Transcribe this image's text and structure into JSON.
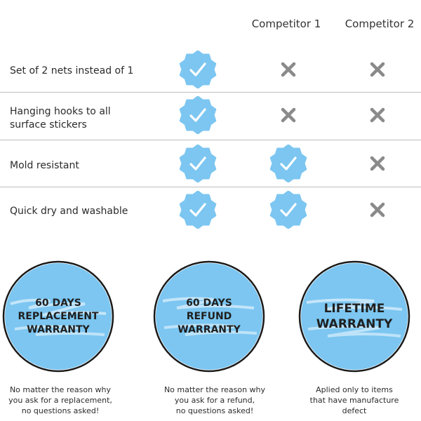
{
  "columns": {
    "competitor1": "Competitor 1",
    "competitor2": "Competitor 2"
  },
  "features": [
    {
      "lines": [
        "Set of 2 nets instead of 1"
      ],
      "ours": "check",
      "competitor1": "cross",
      "competitor2": "cross"
    },
    {
      "lines": [
        "Hanging hooks to all",
        "surface stickers"
      ],
      "ours": "check",
      "competitor1": "cross",
      "competitor2": "cross"
    },
    {
      "lines": [
        "Mold resistant"
      ],
      "ours": "check",
      "competitor1": "check",
      "competitor2": "cross"
    },
    {
      "lines": [
        "Quick dry and washable"
      ],
      "ours": "check",
      "competitor1": "check",
      "competitor2": "cross"
    }
  ],
  "badges": [
    {
      "lines": [
        "60 DAYS",
        "REPLACEMENT",
        "WARRANTY"
      ],
      "caption": [
        "No matter the reason why",
        "you ask for a replacement,",
        "no questions asked!"
      ]
    },
    {
      "lines": [
        "60 DAYS",
        "REFUND",
        "WARRANTY"
      ],
      "caption": [
        "No matter the reason why",
        "you ask for a refund,",
        "no questions asked!"
      ]
    },
    {
      "lines": [
        "LIFETIME",
        "WARRANTY"
      ],
      "caption": [
        "Aplied only to items",
        "that have manufacture",
        "defect"
      ]
    }
  ],
  "icons": {
    "check": "check-badge-icon",
    "cross": "cross-icon"
  },
  "colors": {
    "badge_blue": "#7cc6f1",
    "check_white": "#ffffff",
    "cross_gray": "#8a8a8a",
    "divider": "#bdbdbd"
  }
}
